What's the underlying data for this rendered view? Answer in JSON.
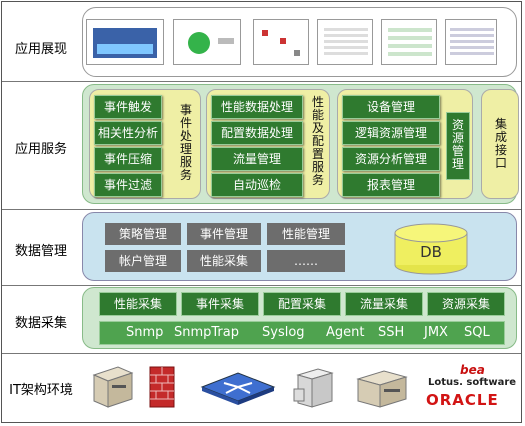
{
  "layers": {
    "presentation": {
      "label": "应用展现"
    },
    "service": {
      "label": "应用服务",
      "event_items": [
        "事件触发",
        "相关性分析",
        "事件压缩",
        "事件过滤"
      ],
      "event_title": "事件处理服务",
      "perf_items": [
        "性能数据处理",
        "配置数据处理",
        "流量管理",
        "自动巡检"
      ],
      "perf_title": "性能及配置服务",
      "res_items": [
        "设备管理",
        "逻辑资源管理",
        "资源分析管理",
        "报表管理"
      ],
      "res_title": "资源管理",
      "integ_title": "集成接口"
    },
    "data_mgmt": {
      "label": "数据管理",
      "items": [
        "策略管理",
        "事件管理",
        "性能管理",
        "帐户管理",
        "性能采集",
        "……"
      ],
      "db": "DB"
    },
    "collection": {
      "label": "数据采集",
      "items": [
        "性能采集",
        "事件采集",
        "配置采集",
        "流量采集",
        "资源采集"
      ],
      "protocols": [
        "Snmp",
        "SnmpTrap",
        "Syslog",
        "Agent",
        "SSH",
        "JMX",
        "SQL"
      ]
    },
    "it_env": {
      "label": "IT架构环境",
      "logo_bea": "bea",
      "logo_lotus": "Lotus. software",
      "logo_oracle": "ORACLE"
    }
  },
  "colors": {
    "green": "#2f7a2f",
    "light_green": "#cfe7cf",
    "yellow": "#efefa5",
    "blue_band": "#c9e3ef",
    "gray": "#6d6d6d",
    "bar_green": "#4fa34f"
  }
}
